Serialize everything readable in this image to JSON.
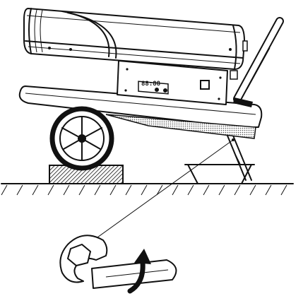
{
  "display": {
    "readout": "88:88"
  },
  "colors": {
    "line": "#111111",
    "background": "#ffffff"
  },
  "icons": {
    "heater": "kerosene-heater",
    "wheel": "wheel",
    "wrench": "open-end-wrench",
    "arrow": "rotation-arrow"
  }
}
